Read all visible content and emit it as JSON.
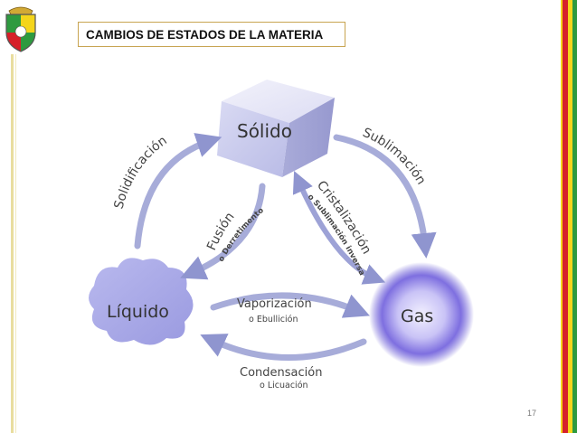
{
  "slide": {
    "title": "CAMBIOS DE ESTADOS  DE LA MATERIA",
    "page_number": "17"
  },
  "states": {
    "solid": "Sólido",
    "liquid": "Líquido",
    "gas": "Gas"
  },
  "transitions": {
    "solidificacion": "Solidificación",
    "fusion": "Fusión",
    "fusion_alt": "o Derretimento",
    "cristalizacion": "Cristalización",
    "cristalizacion_alt": "o Sublimación inversa",
    "sublimacion": "Sublimación",
    "vaporizacion": "Vaporización",
    "vaporizacion_alt": "o Ebullición",
    "condensacion": "Condensación",
    "condensacion_alt": "o Licuación"
  },
  "colors": {
    "arrow": "#a7acd9",
    "arrow_dark": "#6e74b9",
    "solid_front": "#cbcdef",
    "liquid_blob": "#a9a9e6",
    "gas_center": "#c9c6f6",
    "gas_glow": "#5e4fd1",
    "title_border": "#c8a451",
    "stripe_red": "#d6202a",
    "stripe_yellow": "#f4d51b",
    "stripe_green": "#2e9a3f"
  },
  "icons": {
    "crest": "school-crest-icon"
  }
}
